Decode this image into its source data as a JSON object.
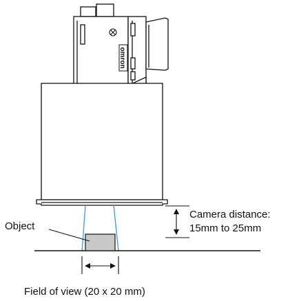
{
  "labels": {
    "object": "Object",
    "camera_distance_line1": "Camera distance:",
    "camera_distance_line2": "15mm to 25mm",
    "field_of_view": "Field of view (20 x 20 mm)",
    "brand": "omron"
  },
  "colors": {
    "line": "#111111",
    "view_cone": "#3a9ad9",
    "object_fill": "#c8c8c8",
    "background": "#ffffff"
  },
  "icons": {
    "camera_mark": "circled-x-icon",
    "distance_arrow": "double-arrow-vertical-icon",
    "fov_arrow": "double-arrow-horizontal-icon"
  }
}
